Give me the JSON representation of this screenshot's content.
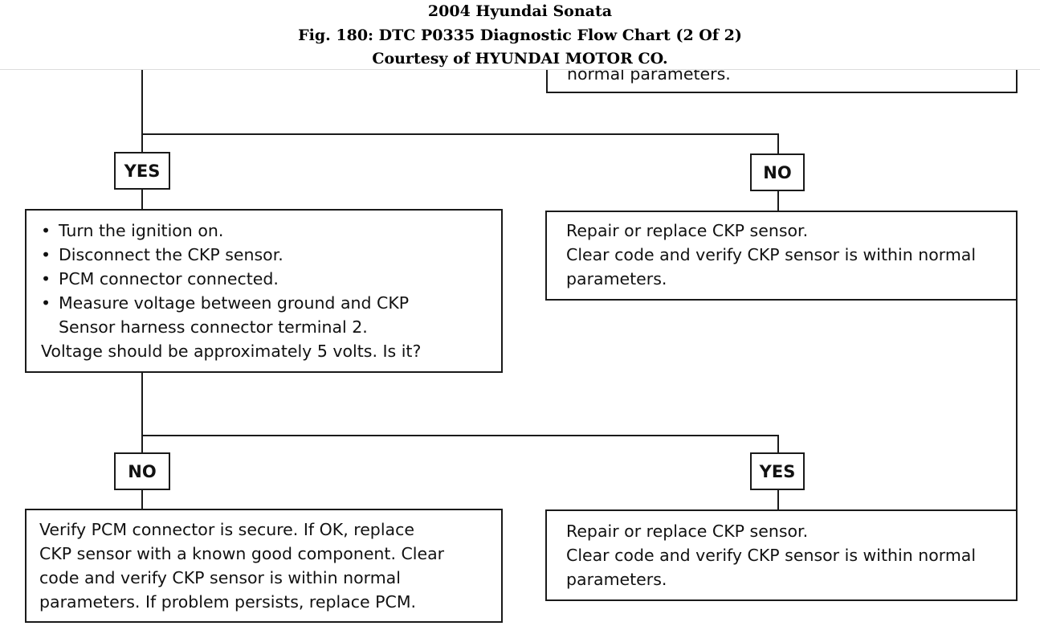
{
  "header": {
    "line1": "2004 Hyundai Sonata",
    "line2": "Fig. 180: DTC P0335 Diagnostic Flow Chart (2 Of 2)",
    "line3": "Courtesy of HYUNDAI MOTOR CO."
  },
  "flowchart": {
    "top_partial_box": {
      "text": "normal parameters."
    },
    "decision_yes_1": "YES",
    "decision_no_1": "NO",
    "voltage_check_box": {
      "bullets": [
        "Turn the ignition on.",
        "Disconnect the CKP sensor.",
        "PCM connector connected.",
        "Measure voltage between ground and CKP"
      ],
      "bullet_continuation": "Sensor harness connector terminal 2.",
      "question": "Voltage should be approximately 5 volts. Is it?"
    },
    "repair_box_1": {
      "lines": [
        "Repair or replace CKP sensor.",
        "Clear code and verify CKP sensor is within normal",
        "parameters."
      ]
    },
    "decision_no_2": "NO",
    "decision_yes_2": "YES",
    "verify_pcm_box": {
      "lines": [
        "Verify PCM connector is secure. If OK, replace",
        "CKP sensor with a known good component. Clear",
        "code and verify CKP sensor is within normal",
        "parameters.  If problem persists, replace PCM."
      ]
    },
    "repair_box_2": {
      "lines": [
        "Repair or replace CKP sensor.",
        "Clear code and verify CKP sensor is within normal",
        "parameters."
      ]
    }
  },
  "colors": {
    "line": "#1a1a1a",
    "background": "#ffffff"
  }
}
